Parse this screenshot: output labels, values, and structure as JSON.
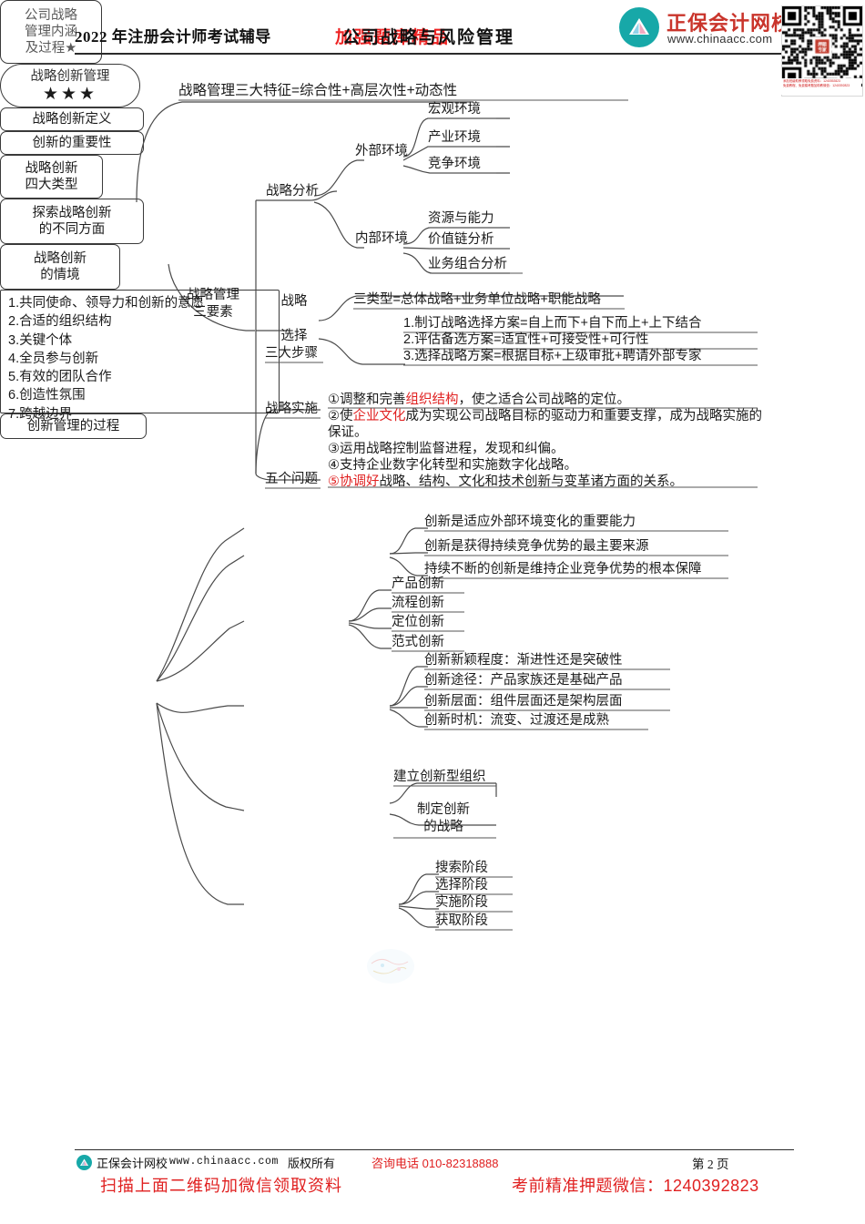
{
  "header": {
    "left_title": "2022 年注册会计师考试辅导",
    "center_black": "公司战略与风险管理",
    "center_red": "加强题库精品",
    "logo_name": "正保会计网校",
    "logo_url": "www.chinaacc.com",
    "qr_note": "添加班级助教领取免费资料：1240392823\n免费教程、免费模考题加助教微信：1240392823",
    "icon_logo": "book-logo-icon",
    "icon_qr": "qr-code-icon"
  },
  "map1": {
    "root": "公司战略\n管理内涵\n及过程★",
    "root_line1": "公司战略",
    "root_line2": "管理内涵",
    "root_line3": "及过程★",
    "top_branch": "战略管理三大特征=综合性+高层次性+动态性",
    "three_elements": "战略管理\n三要素",
    "three_elements_l1": "战略管理",
    "three_elements_l2": "三要素",
    "analysis": "战略分析",
    "external": "外部环境",
    "external_children": [
      "宏观环境",
      "产业环境",
      "竞争环境"
    ],
    "internal": "内部环境",
    "internal_children": [
      "资源与能力",
      "价值链分析",
      "业务组合分析"
    ],
    "choice_l1": "战略",
    "choice_l2": "选择",
    "three_types": "三类型=总体战略+业务单位战略+职能战略",
    "three_steps_label": "三大步骤",
    "three_steps": [
      "1.制订战略选择方案=自上而下+自下而上+上下结合",
      "2.评估备选方案=适宜性+可接受性+可行性",
      "3.选择战略方案=根据目标+上级审批+聘请外部专家"
    ],
    "implementation": "战略实施",
    "five_issues_label": "五个问题",
    "five_issues": [
      {
        "num": "①",
        "pre": "调整和完善",
        "hl": "组织结构",
        "post": "，使之适合公司战略的定位。"
      },
      {
        "num": "②",
        "pre": "使",
        "hl": "企业文化",
        "post": "成为实现公司战略目标的驱动力和重要支撑，成为战略实施的保证。"
      },
      {
        "num": "③",
        "pre": "运用战略控制监督进程，发现和纠偏。",
        "hl": "",
        "post": ""
      },
      {
        "num": "④",
        "pre": "支持企业数字化转型和实施数字化战略。",
        "hl": "",
        "post": ""
      },
      {
        "num": "⑤",
        "pre": "",
        "hl": "协调好",
        "post": "战略、结构、文化和技术创新与变革诸方面的关系。"
      }
    ]
  },
  "map2": {
    "root_line1": "战略创新管理",
    "root_line2": "★★★",
    "b1": "战略创新定义",
    "b2": "创新的重要性",
    "b2_children": [
      "创新是适应外部环境变化的重要能力",
      "创新是获得持续竞争优势的最主要来源",
      "持续不断的创新是维持企业竞争优势的根本保障"
    ],
    "b3_l1": "战略创新",
    "b3_l2": "四大类型",
    "b3_children": [
      "产品创新",
      "流程创新",
      "定位创新",
      "范式创新"
    ],
    "b4_l1": "探索战略创新",
    "b4_l2": "的不同方面",
    "b4_children": [
      "创新新颖程度：渐进性还是突破性",
      "创新途径：产品家族还是基础产品",
      "创新层面：组件层面还是架构层面",
      "创新时机：流变、过渡还是成熟"
    ],
    "b5_l1": "战略创新",
    "b5_l2": "的情境",
    "b5_child1": "建立创新型组织",
    "b5_child2_l1": "制定创新",
    "b5_child2_l2": "的战略",
    "b5_box": [
      "1.共同使命、领导力和创新的意愿",
      "2.合适的组织结构",
      "3.关键个体",
      "4.全员参与创新",
      "5.有效的团队合作",
      "6.创造性氛围",
      "7.跨越边界"
    ],
    "b6": "创新管理的过程",
    "b6_children": [
      "搜索阶段",
      "选择阶段",
      "实施阶段",
      "获取阶段"
    ]
  },
  "footer": {
    "brand": "正保会计网校",
    "url": "www.chinaacc.com",
    "rights": "版权所有",
    "tel": "咨询电话 010-82318888",
    "page": "第 2 页",
    "scan": "扫描上面二维码加微信领取资料",
    "wechat": "考前精准押题微信：1240392823",
    "icon_brand": "book-logo-icon"
  },
  "colors": {
    "accent_red": "#e02020",
    "brand_teal": "#17a8a8",
    "logo_red": "#c9342b",
    "line": "#4a4a4a"
  }
}
